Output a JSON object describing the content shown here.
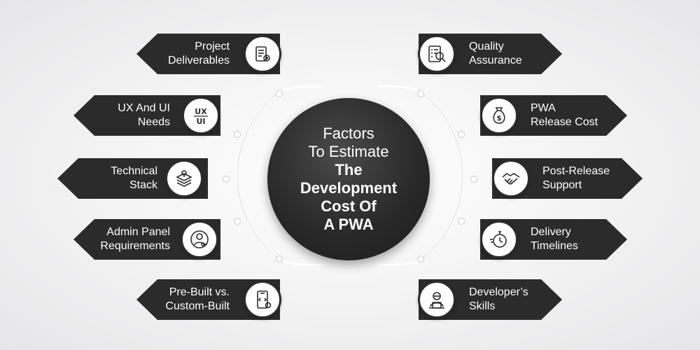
{
  "center": {
    "line1": "Factors",
    "line2": "To Estimate",
    "line3": "The",
    "line4": "Development",
    "line5": "Cost Of",
    "line6": "A PWA"
  },
  "left_factors": [
    {
      "line1": "Project",
      "line2": "Deliverables",
      "icon": "document-gear-icon"
    },
    {
      "line1": "UX And UI",
      "line2": "Needs",
      "icon": "ux-ui-icon"
    },
    {
      "line1": "Technical",
      "line2": "Stack",
      "icon": "layers-stack-icon"
    },
    {
      "line1": "Admin Panel",
      "line2": "Requirements",
      "icon": "admin-user-icon"
    },
    {
      "line1": "Pre-Built vs.",
      "line2": "Custom-Built",
      "icon": "mobile-code-icon"
    }
  ],
  "right_factors": [
    {
      "line1": "Quality",
      "line2": "Assurance",
      "icon": "checklist-magnifier-icon"
    },
    {
      "line1": "PWA",
      "line2": "Release Cost",
      "icon": "money-bag-icon"
    },
    {
      "line1": "Post-Release",
      "line2": "Support",
      "icon": "handshake-icon"
    },
    {
      "line1": "Delivery",
      "line2": "Timelines",
      "icon": "stopwatch-icon"
    },
    {
      "line1": "Developer’s",
      "line2": "Skills",
      "icon": "developer-icon"
    }
  ],
  "colors": {
    "tag": "#2b2b2b",
    "badge": "#ffffff",
    "background": "#f2f2f3"
  }
}
